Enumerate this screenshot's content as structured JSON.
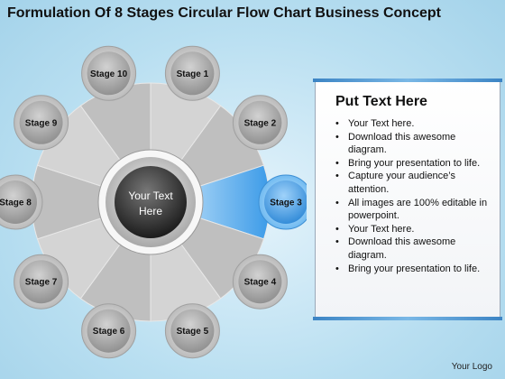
{
  "title": "Formulation Of 8 Stages Circular Flow Chart Business Concept",
  "center_text": [
    "Your Text",
    "Here"
  ],
  "stages": [
    {
      "label": "Stage 1",
      "active": false
    },
    {
      "label": "Stage 2",
      "active": false
    },
    {
      "label": "Stage 3",
      "active": true
    },
    {
      "label": "Stage 4",
      "active": false
    },
    {
      "label": "Stage 5",
      "active": false
    },
    {
      "label": "Stage 6",
      "active": false
    },
    {
      "label": "Stage 7",
      "active": false
    },
    {
      "label": "Stage 8",
      "active": false
    },
    {
      "label": "Stage 9",
      "active": false
    },
    {
      "label": "Stage 10",
      "active": false
    }
  ],
  "colors": {
    "active": "#3c9be8",
    "node_gray": "#8f8f8f",
    "wheel_gray": "#c8c8c8"
  },
  "panel": {
    "heading": "Put Text Here",
    "items": [
      "Your Text here.",
      "Download this awesome diagram.",
      "Bring your presentation to life.",
      "Capture your audience’s attention.",
      "All images are 100% editable in powerpoint.",
      "Your Text here.",
      "Download this awesome diagram.",
      "Bring your presentation to life."
    ]
  },
  "logo": "Your Logo"
}
